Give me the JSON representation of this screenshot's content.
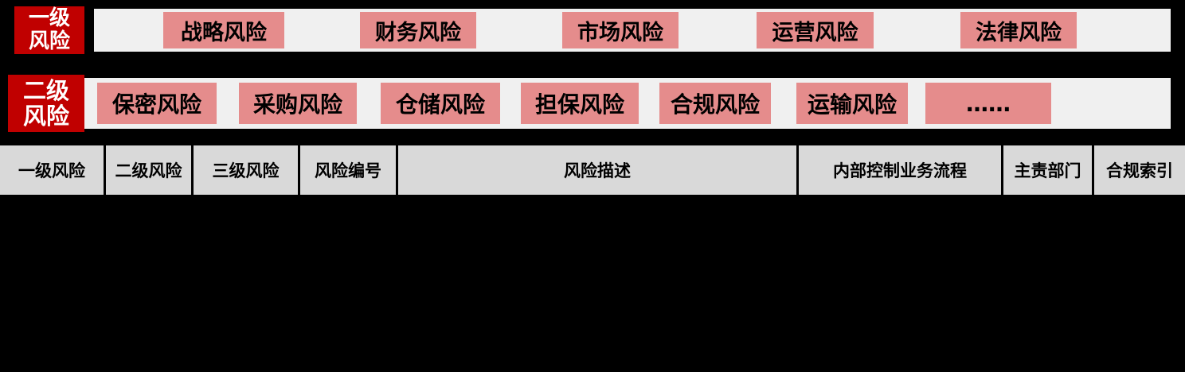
{
  "level1_band": {
    "label": "一级风险",
    "items": [
      "战略风险",
      "财务风险",
      "市场风险",
      "运营风险",
      "法律风险"
    ]
  },
  "level2_band": {
    "label": "二级风险",
    "items": [
      "保密风险",
      "采购风险",
      "仓储风险",
      "担保风险",
      "合规风险",
      "运输风险",
      "……"
    ]
  },
  "register_table": {
    "headers": [
      "一级风险",
      "二级风险",
      "三级风险",
      "风险编号",
      "风险描述",
      "内部控制业务流程",
      "主责部门",
      "合规索引"
    ]
  },
  "colors": {
    "accent_red": "#c00000",
    "pill_pink": "#e58c8c",
    "band_gray": "#f0f0f0",
    "header_gray": "#d9d9d9",
    "background": "#000000"
  }
}
